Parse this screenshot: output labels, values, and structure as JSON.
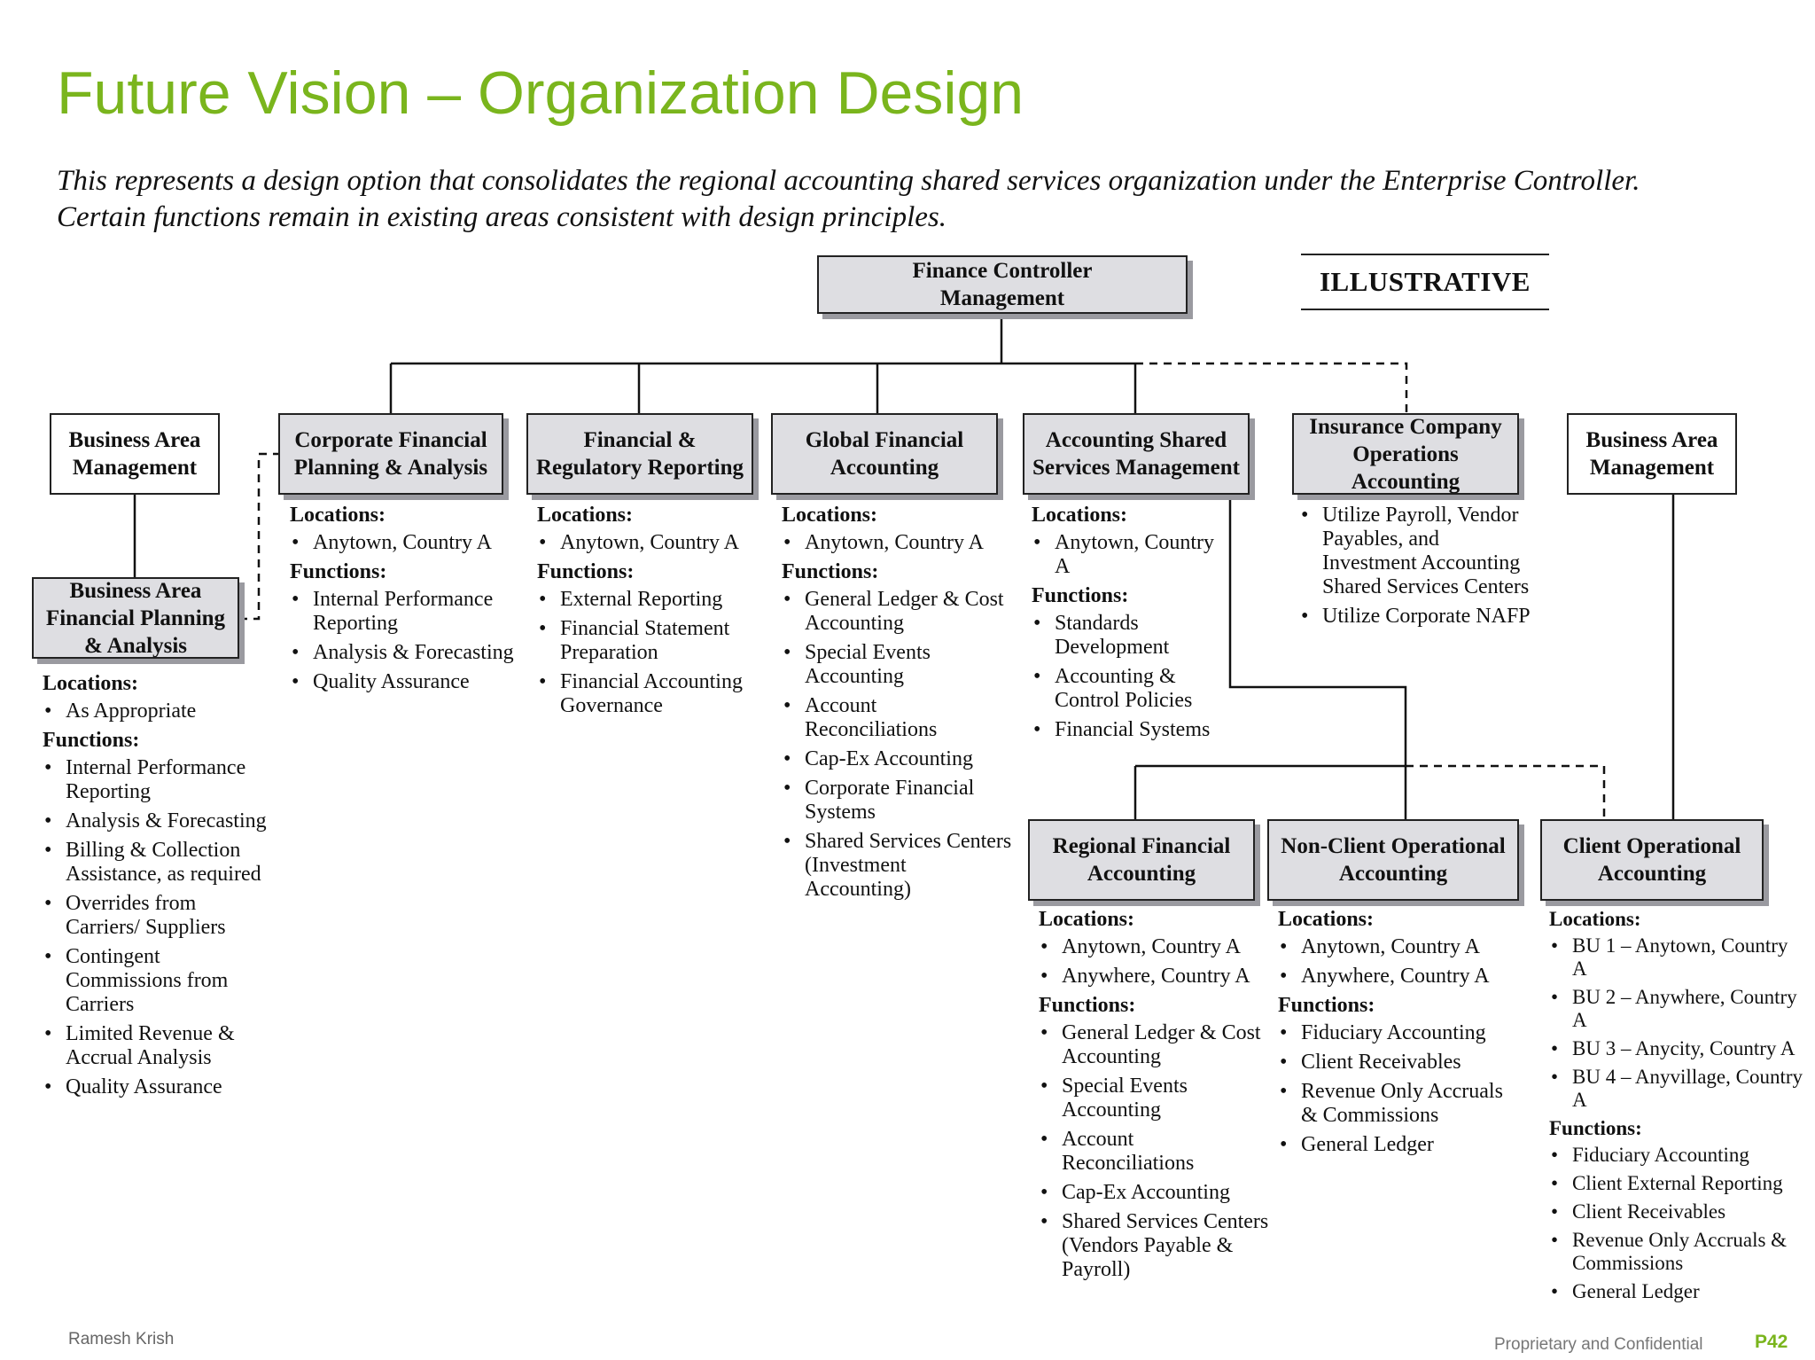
{
  "title": "Future Vision – Organization Design",
  "subtitle": "This represents a design option that consolidates the regional accounting shared services organization under the Enterprise Controller. Certain functions remain in existing areas consistent with design principles.",
  "badge": "ILLUSTRATIVE",
  "boxes": {
    "top": "Finance Controller\nManagement",
    "bam_left": "Business Area\nManagement",
    "bafpa": "Business Area\nFinancial Planning\n& Analysis",
    "cfpa": "Corporate Financial\nPlanning & Analysis",
    "frr": "Financial &\nRegulatory Reporting",
    "gfa": "Global Financial\nAccounting",
    "assm": "Accounting Shared\nServices Management",
    "icoa": "Insurance Company\nOperations Accounting",
    "bam_right": "Business Area\nManagement",
    "rfa": "Regional Financial\nAccounting",
    "ncoa": "Non-Client Operational\nAccounting",
    "coa": "Client Operational\nAccounting"
  },
  "labels": {
    "locations": "Locations:",
    "functions": "Functions:"
  },
  "columns": {
    "bafpa": {
      "locations": [
        "As Appropriate"
      ],
      "functions": [
        "Internal Performance Reporting",
        "Analysis & Forecasting",
        "Billing & Collection Assistance, as required",
        "Overrides from Carriers/ Suppliers",
        "Contingent Commissions from Carriers",
        "Limited Revenue & Accrual Analysis",
        "Quality Assurance"
      ]
    },
    "cfpa": {
      "locations": [
        "Anytown, Country A"
      ],
      "functions": [
        "Internal Performance Reporting",
        "Analysis & Forecasting",
        "Quality Assurance"
      ]
    },
    "frr": {
      "locations": [
        "Anytown, Country A"
      ],
      "functions": [
        "External Reporting",
        "Financial Statement Preparation",
        "Financial Accounting Governance"
      ]
    },
    "gfa": {
      "locations": [
        "Anytown, Country A"
      ],
      "functions": [
        "General Ledger & Cost Accounting",
        "Special Events Accounting",
        "Account Reconciliations",
        "Cap-Ex Accounting",
        "Corporate Financial Systems",
        "Shared Services Centers (Investment Accounting)"
      ]
    },
    "assm": {
      "locations": [
        "Anytown, Country A"
      ],
      "functions": [
        "Standards Development",
        "Accounting & Control Policies",
        "Financial Systems"
      ]
    },
    "icoa": {
      "items": [
        "Utilize Payroll, Vendor Payables, and Investment Accounting Shared Services Centers",
        "Utilize Corporate NAFP"
      ]
    },
    "rfa": {
      "locations": [
        "Anytown, Country A",
        "Anywhere, Country A"
      ],
      "functions": [
        "General Ledger & Cost Accounting",
        "Special Events Accounting",
        "Account Reconciliations",
        "Cap-Ex Accounting",
        "Shared Services Centers (Vendors Payable & Payroll)"
      ]
    },
    "ncoa": {
      "locations": [
        "Anytown, Country A",
        "Anywhere, Country A"
      ],
      "functions": [
        "Fiduciary Accounting",
        "Client Receivables",
        "Revenue Only Accruals & Commissions",
        "General Ledger"
      ]
    },
    "coa": {
      "locations": [
        "BU 1 – Anytown, Country A",
        "BU 2 – Anywhere, Country A",
        "BU 3 – Anycity, Country A",
        "BU 4 – Anyvillage, Country A"
      ],
      "functions": [
        "Fiduciary Accounting",
        "Client External Reporting",
        "Client Receivables",
        "Revenue Only Accruals & Commissions",
        "General Ledger"
      ]
    }
  },
  "footer": {
    "author": "Ramesh Krish",
    "confidential": "Proprietary and Confidential",
    "page": "P42"
  }
}
